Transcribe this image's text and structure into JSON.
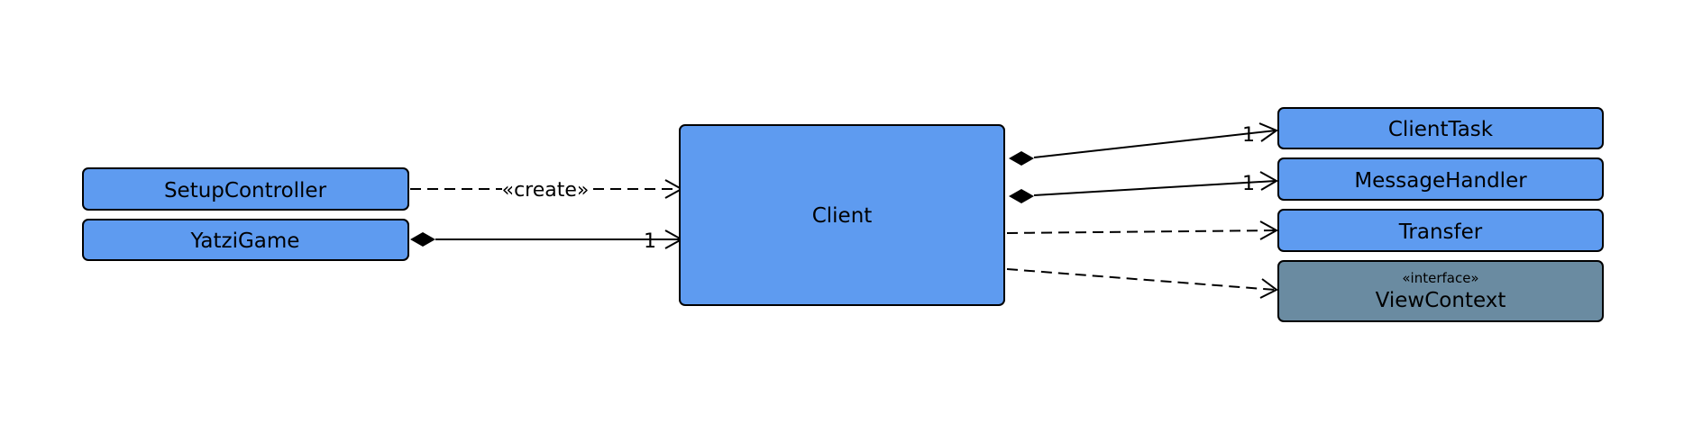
{
  "colors": {
    "class_fill": "#5e9bf0",
    "interface_fill": "#6a8ba1",
    "stroke": "#000000",
    "background": "#ffffff"
  },
  "nodes": {
    "setup_controller": {
      "label": "SetupController"
    },
    "yatzi_game": {
      "label": "YatziGame"
    },
    "client": {
      "label": "Client"
    },
    "client_task": {
      "label": "ClientTask"
    },
    "message_handler": {
      "label": "MessageHandler"
    },
    "transfer": {
      "label": "Transfer"
    },
    "view_context": {
      "stereotype": "«interface»",
      "label": "ViewContext"
    }
  },
  "edges": {
    "setup_to_client": {
      "kind": "dependency",
      "label": "«create»"
    },
    "yatzi_to_client": {
      "kind": "composition",
      "multiplicity": "1"
    },
    "client_to_clienttask": {
      "kind": "composition",
      "multiplicity": "1"
    },
    "client_to_messagehandler": {
      "kind": "composition",
      "multiplicity": "1"
    },
    "client_to_transfer": {
      "kind": "dependency"
    },
    "client_to_viewcontext": {
      "kind": "dependency"
    }
  }
}
